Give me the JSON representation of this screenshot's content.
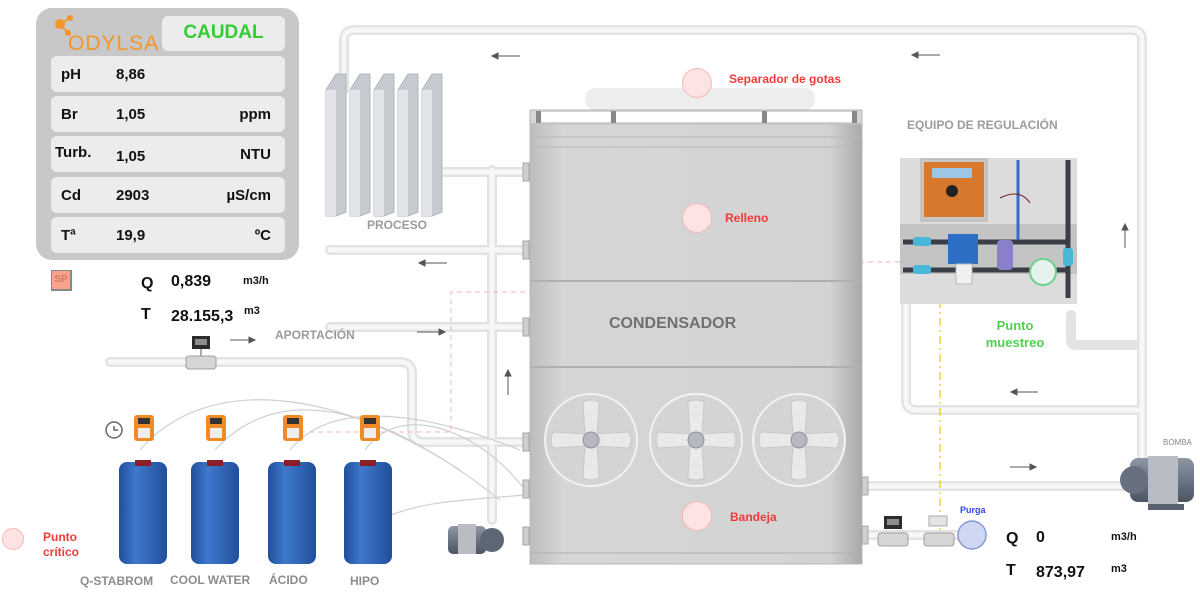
{
  "panel": {
    "brand": "ODYLSA",
    "mode_button": "CAUDAL",
    "readings": [
      {
        "label": "pH",
        "value": "8,86",
        "unit": ""
      },
      {
        "label": "Br",
        "value": "1,05",
        "unit": "ppm"
      },
      {
        "label": "Turb.",
        "value": "1,05",
        "unit": "NTU"
      },
      {
        "label": "Cd",
        "value": "2903",
        "unit": "µS/cm"
      },
      {
        "label": "Tª",
        "value": "19,9",
        "unit": "ºC"
      }
    ]
  },
  "setpoint_button": "SP",
  "makeup_meter": {
    "q_label": "Q",
    "q_value": "0,839",
    "q_unit": "m3/h",
    "t_label": "T",
    "t_value": "28.155,3",
    "t_unit": "m3"
  },
  "purge_meter": {
    "q_label": "Q",
    "q_value": "0",
    "q_unit": "m3/h",
    "t_label": "T",
    "t_value": "873,97",
    "t_unit": "m3"
  },
  "labels": {
    "proceso": "PROCESO",
    "aportacion": "APORTACIÓN",
    "condensador": "CONDENSADOR",
    "equipo_regulacion": "EQUIPO DE REGULACIÓN",
    "bomba": "BOMBA",
    "purga": "Purga"
  },
  "hotspots": {
    "separador": "Separador de gotas",
    "relleno": "Relleno",
    "bandeja": "Bandeja",
    "punto_critico": "Punto crítico",
    "punto_muestreo": "Punto muestreo"
  },
  "tanks": [
    {
      "label": "Q-STABROM",
      "has_timer": true
    },
    {
      "label": "COOL WATER",
      "has_timer": false
    },
    {
      "label": "ÁCIDO",
      "has_timer": false
    },
    {
      "label": "HIPO",
      "has_timer": false
    }
  ],
  "colors": {
    "brand_orange": "#f3952a",
    "caudal_green": "#33cc33",
    "hotspot_red": "#f23a3a",
    "sample_green": "#4fd24f",
    "purge_blue": "#3344ff",
    "tank_blue": "#2f62b5"
  }
}
